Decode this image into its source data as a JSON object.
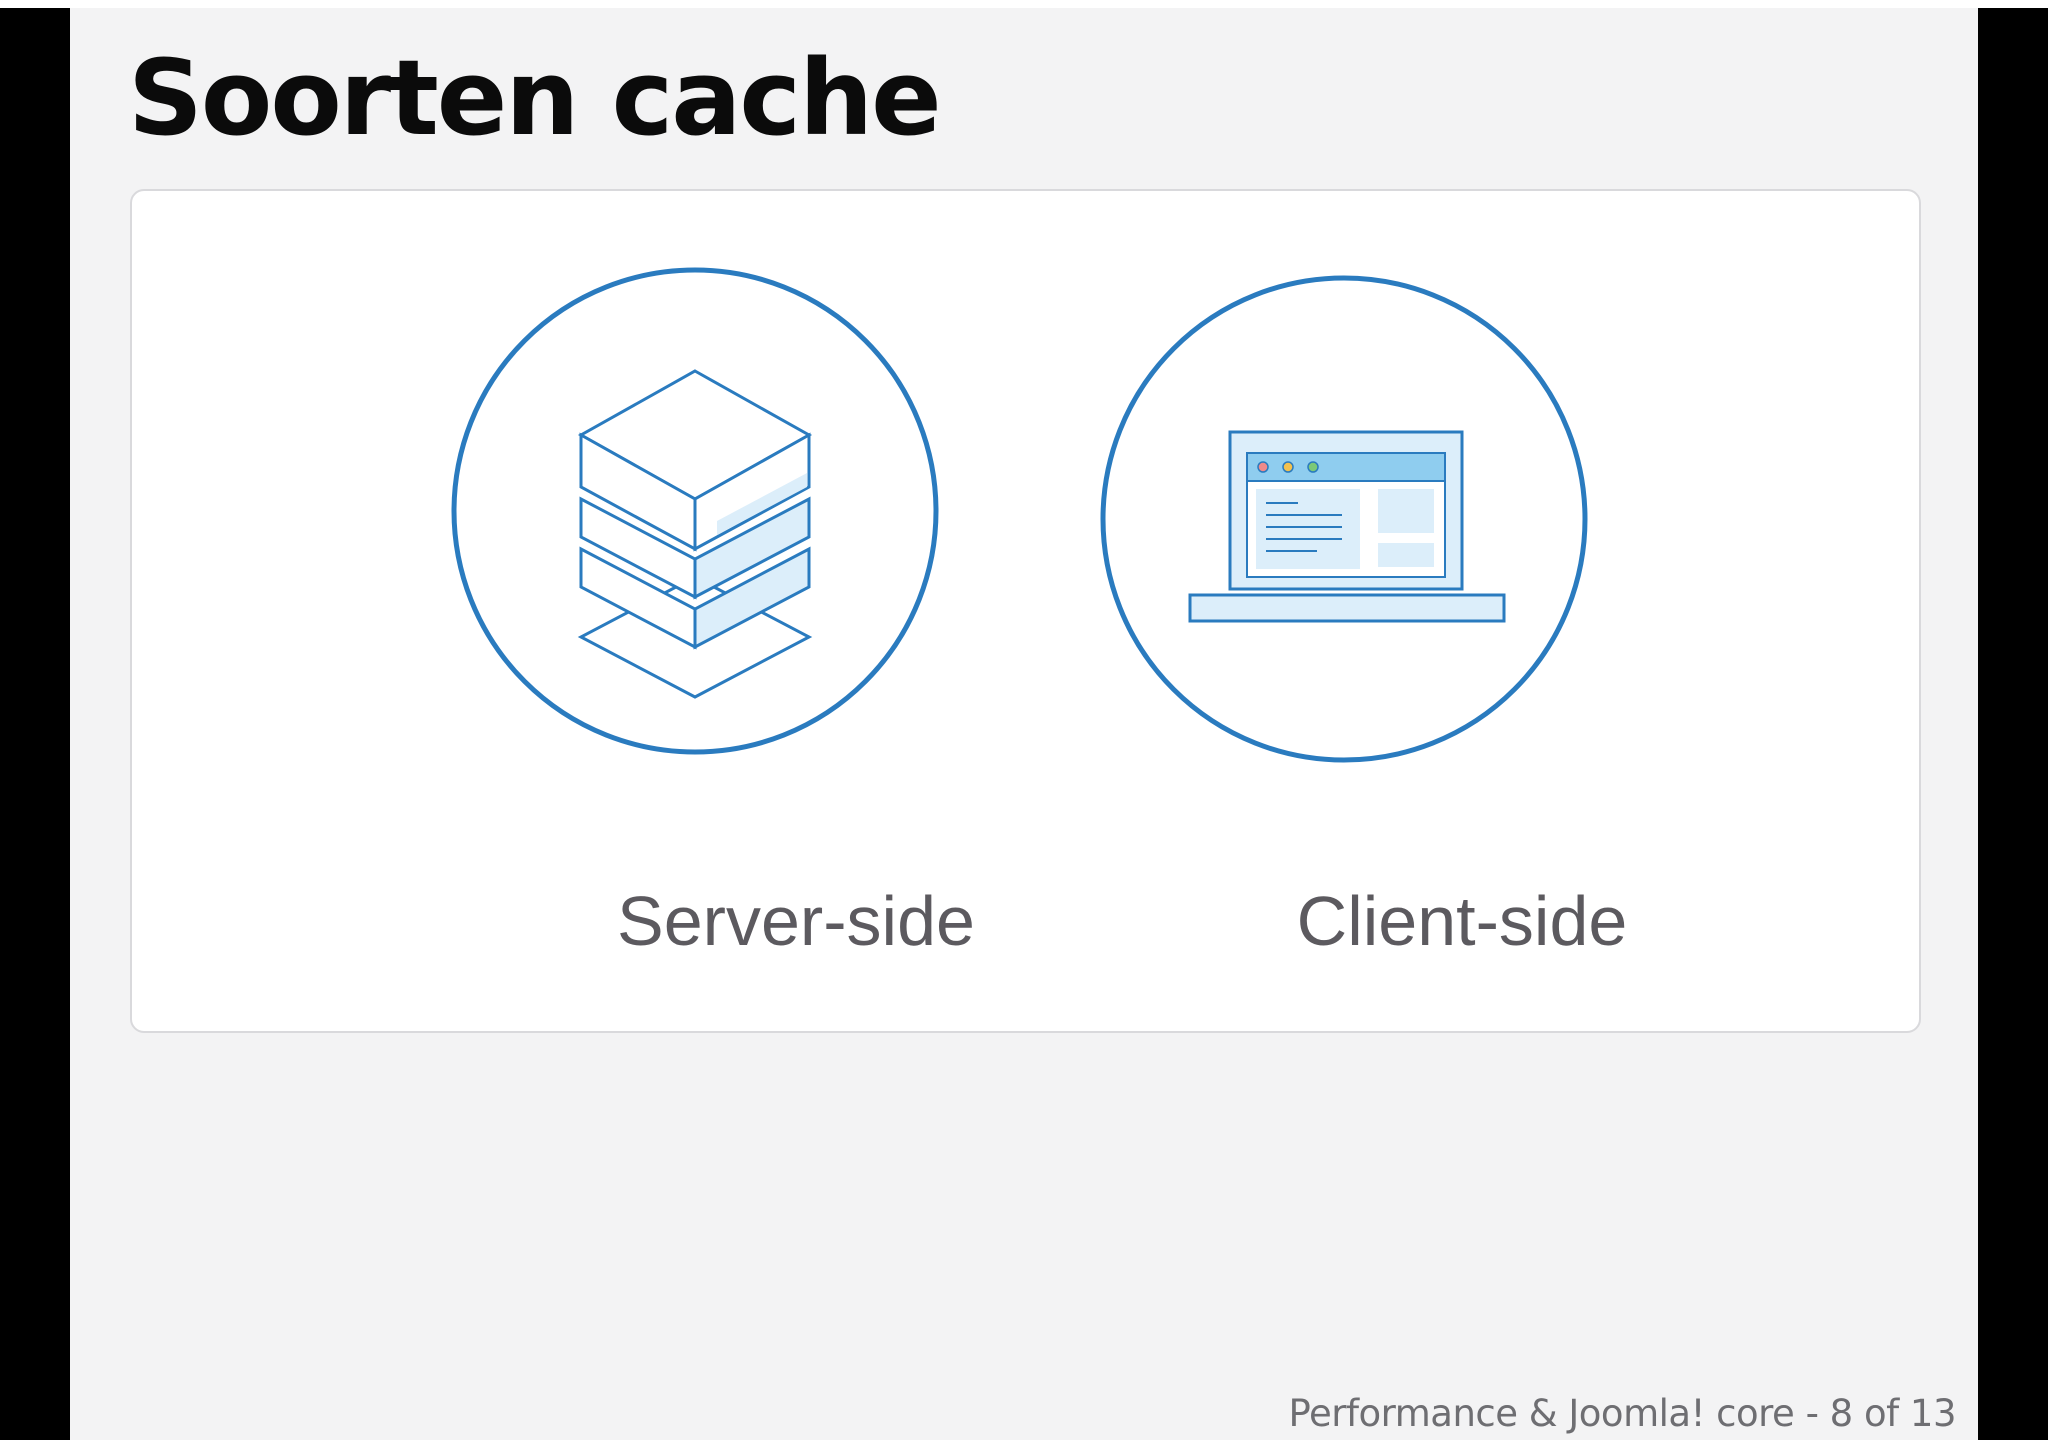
{
  "slide": {
    "title": "Soorten cache",
    "items": [
      {
        "label": "Server-side",
        "icon": "database-stack-icon"
      },
      {
        "label": "Client-side",
        "icon": "laptop-browser-icon"
      }
    ],
    "footer": "Performance & Joomla! core - 8 of 13"
  },
  "colors": {
    "accent": "#2a7bbf",
    "icon_fill": "#dceefa",
    "browser_bar": "#8fcdef",
    "dot_red": "#f08a8a",
    "dot_yellow": "#f2c14e",
    "dot_green": "#7cc978"
  }
}
